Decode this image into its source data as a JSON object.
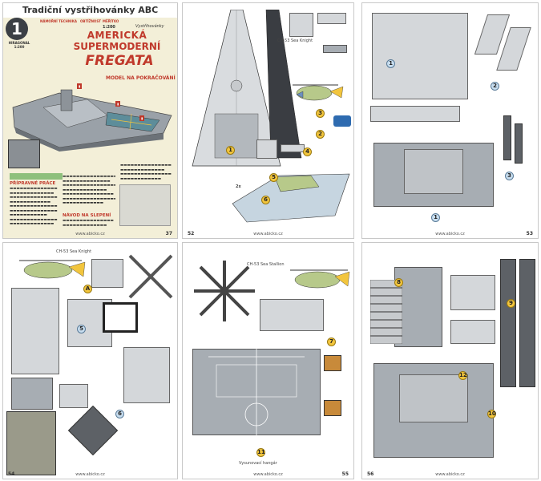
{
  "page1": {
    "series_title": "Tradiční vystřihovánky ABC",
    "badge_number": "1",
    "badge_sub": "HIRAGONAL 1:200",
    "info": {
      "cat_label": "NÁMOŘNÍ TECHNIKA",
      "diff_label": "OBTÍŽNOST",
      "scale_label": "MĚŘÍTKO",
      "scale_value": "1:200",
      "author": "Vystřihovánky"
    },
    "title_line1": "AMERICKÁ",
    "title_line2": "SUPERMODERNÍ",
    "title_line3": "FREGATA",
    "subtitle": "MODEL NA POKRAČOVÁNÍ",
    "section_prep": "PŘÍPRAVNÉ PRÁCE",
    "section_build": "NÁVOD NA SLEPENÍ",
    "page_number": "37",
    "footer": "www.abicko.cz"
  },
  "page2": {
    "label_hel": "CH-53 Sea Knight",
    "label_twin": "2x",
    "page_number": "52",
    "footer": "www.abicko.cz"
  },
  "page3": {
    "page_number": "53",
    "footer": "www.abicko.cz"
  },
  "page4": {
    "label_hel": "CH-53 Sea Knight",
    "page_number": "54",
    "footer": "www.abicko.cz"
  },
  "page5": {
    "label_hel": "CH-53 Sea Stallion",
    "deck_caption": "Vysunovací hangár",
    "page_number": "55",
    "footer": "www.abicko.cz"
  },
  "page6": {
    "page_number": "56",
    "footer": "www.abicko.cz"
  }
}
